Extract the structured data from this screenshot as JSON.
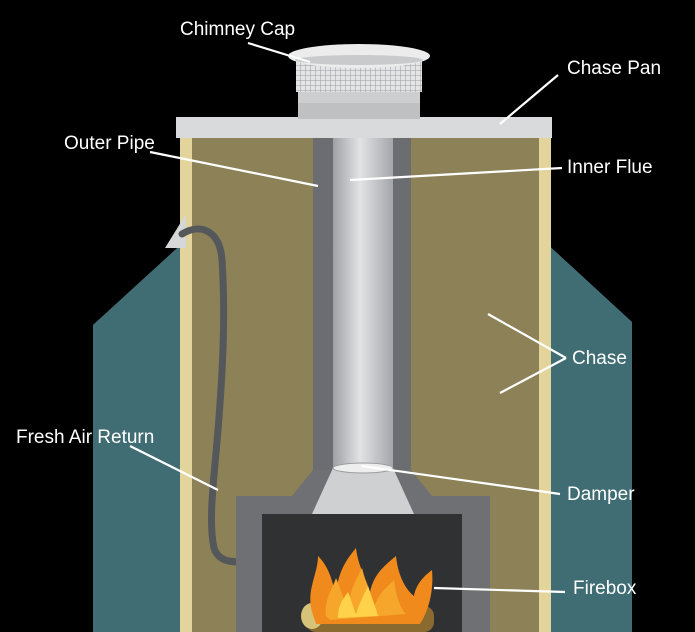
{
  "labels": {
    "chimney_cap": "Chimney Cap",
    "chase_pan": "Chase Pan",
    "outer_pipe": "Outer Pipe",
    "inner_flue": "Inner Flue",
    "chase": "Chase",
    "fresh_air_return": "Fresh Air Return",
    "damper": "Damper",
    "firebox": "Firebox"
  },
  "colors": {
    "background": "#000000",
    "roof": "#3f6d73",
    "chase_fill": "#8d8158",
    "chase_trim": "#e2d49a",
    "chase_pan": "#d9dadb",
    "outer_pipe": "#6b6d70",
    "inner_flue": "#c7c9cc",
    "cap": "#e9eaeb",
    "firebox_shell": "#6e7073",
    "firebox_interior": "#2f3133",
    "flame_outer": "#f08a1c",
    "flame_inner": "#ffd24a",
    "log": "#8a6a2e",
    "label_text": "#ffffff"
  }
}
